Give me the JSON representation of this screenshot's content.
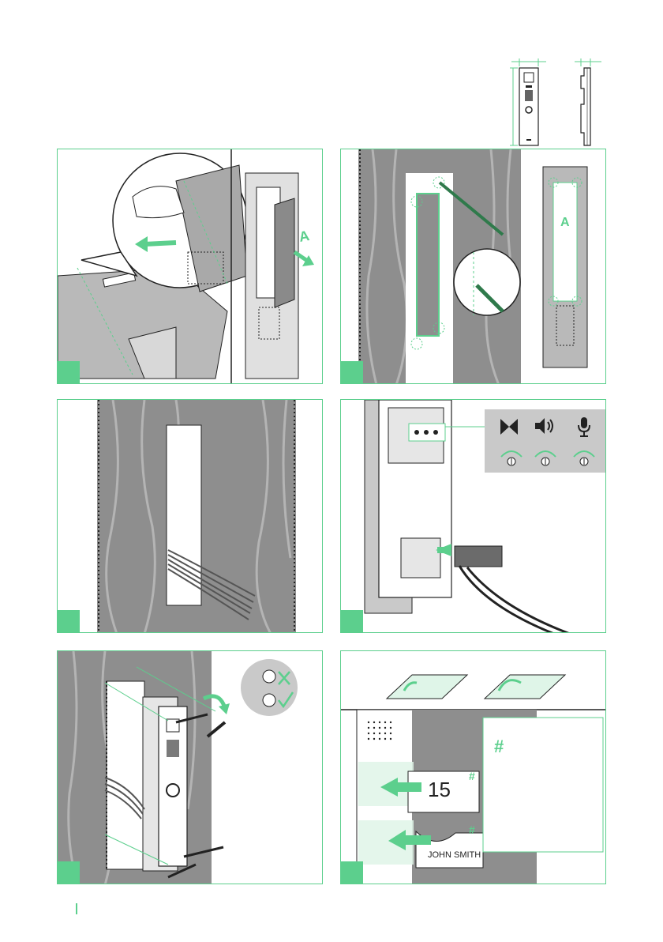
{
  "colors": {
    "accent": "#5ccf8d",
    "wood": "#8e8e8e",
    "plate": "#c9c9c9",
    "ink": "#222222"
  },
  "panel1": {
    "label_a": "A"
  },
  "panel2": {
    "label_a": "A"
  },
  "panel4": {
    "icons": [
      "door-release-icon",
      "speaker-volume-icon",
      "microphone-icon"
    ]
  },
  "panel6": {
    "hash": "#",
    "tag_hash": "#",
    "number_label": "15",
    "name_label": "JOHN SMITH"
  }
}
